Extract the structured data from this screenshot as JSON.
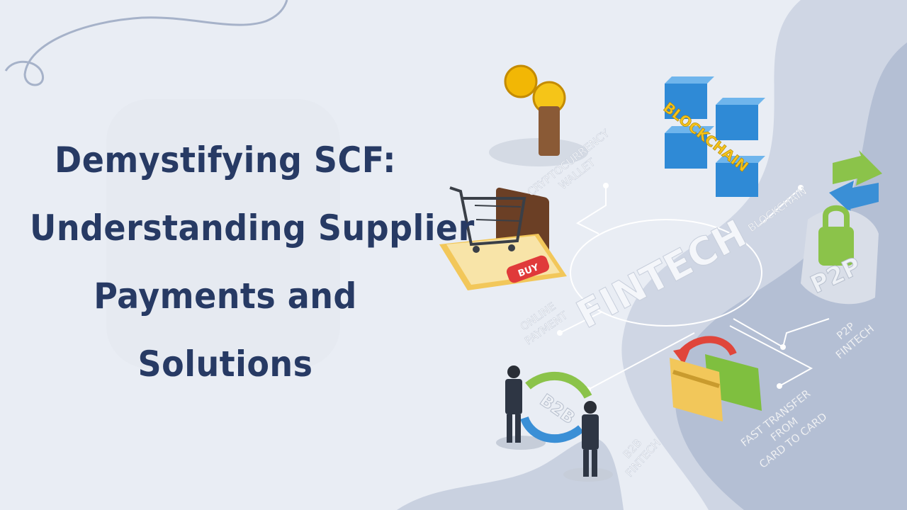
{
  "title": {
    "lines": [
      "Demystifying SCF:",
      "Understanding Supplier",
      "Payments and",
      "Solutions"
    ]
  },
  "illustration": {
    "hub": "FINTECH",
    "labels": {
      "crypto": [
        "CRYPTOCURRENCY",
        "WALLET"
      ],
      "blockchain": "BLOCKCHAIN",
      "blockchain_sign": "BLOCKCHAIN",
      "online": [
        "ONLINE",
        "PAYMENT"
      ],
      "buy": "BUY",
      "p2p_badge": "P2P",
      "p2p": [
        "P2P",
        "FINTECH"
      ],
      "b2b_badge": "B2B",
      "b2b": [
        "B2B",
        "FINTECH"
      ],
      "transfer": [
        "FAST TRANSFER",
        "FROM",
        "CARD TO CARD"
      ]
    }
  },
  "colors": {
    "background": "#e9edf4",
    "title": "#273a64",
    "blob_light": "#cfd6e4",
    "blob_dark": "#b4bfd4",
    "accent_green": "#8bc34a",
    "accent_blue": "#3a8fd6"
  }
}
